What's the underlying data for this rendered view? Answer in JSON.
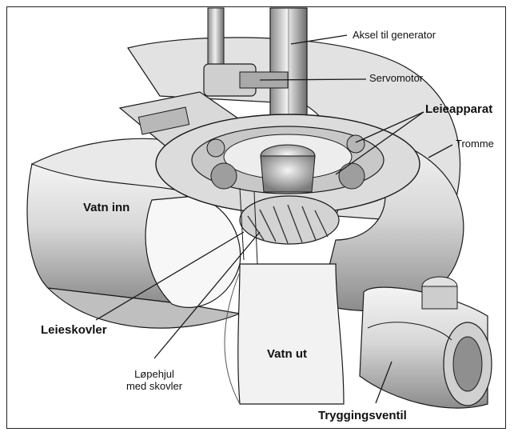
{
  "labels": {
    "aksel": "Aksel til generator",
    "servomotor": "Servomotor",
    "leieapparat": "Leieapparat",
    "tromme": "Tromme",
    "vatn_inn": "Vatn inn",
    "vatn_ut": "Vatn ut",
    "leieskovler": "Leieskovler",
    "lopehjul_line1": "Løpehjul",
    "lopehjul_line2": "med skovler",
    "tryggingsventil": "Tryggingsventil"
  },
  "colors": {
    "frame": "#222222",
    "line": "#1a1a1a",
    "metal_light": "#e6e6e6",
    "metal_mid": "#bdbdbd",
    "metal_dark": "#6e6e6e",
    "shadow": "#3a3a3a"
  }
}
